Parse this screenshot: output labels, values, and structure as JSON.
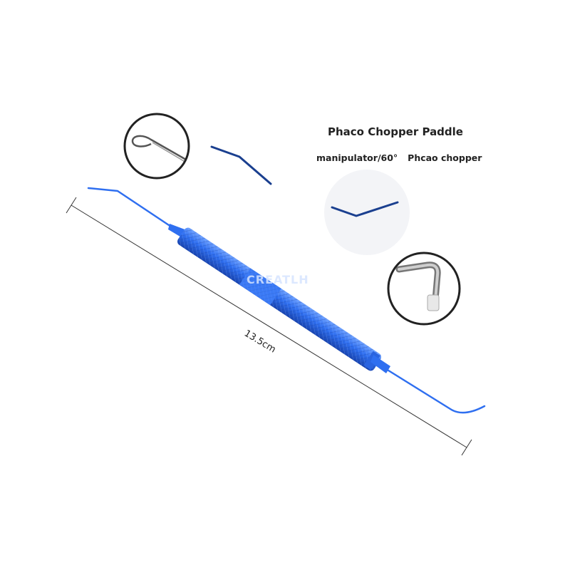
{
  "product": {
    "title": "Phaco Chopper Paddle",
    "subtitle_left": "manipulator/60°",
    "subtitle_right": "Phcao chopper",
    "length_label": "13.5cm",
    "watermark": "CREATLH"
  },
  "colors": {
    "instrument_blue": "#2f6ff0",
    "instrument_dark": "#1a46b8",
    "text": "#222222"
  }
}
